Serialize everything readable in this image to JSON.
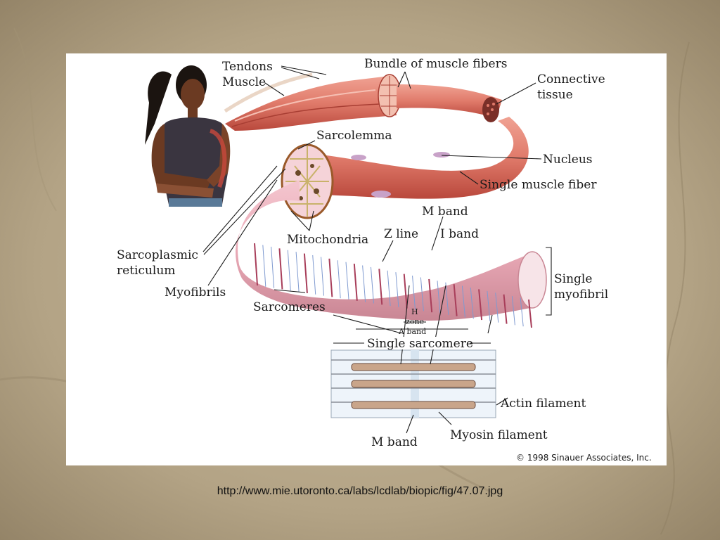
{
  "diagram": {
    "labels": {
      "tendons": "Tendons",
      "muscle": "Muscle",
      "bundle": "Bundle of muscle fibers",
      "connective_1": "Connective",
      "connective_2": "tissue",
      "sarcolemma": "Sarcolemma",
      "nucleus": "Nucleus",
      "single_fiber": "Single muscle fiber",
      "m_band_top": "M band",
      "z_line": "Z line",
      "i_band": "I band",
      "mitochondria": "Mitochondria",
      "sr_1": "Sarcoplasmic",
      "sr_2": "reticulum",
      "myofibrils": "Myofibrils",
      "sarcomeres": "Sarcomeres",
      "single_myofibril_1": "Single",
      "single_myofibril_2": "myofibril",
      "h_zone_1": "H",
      "h_zone_2": "zone",
      "a_band": "A band",
      "single_sarcomere": "Single sarcomere",
      "actin": "Actin filament",
      "myosin": "Myosin filament",
      "m_band_bottom": "M band"
    },
    "copyright": "© 1998 Sinauer Associates, Inc.",
    "colors": {
      "muscle": "#e07a6a",
      "muscle_dark": "#b9483c",
      "myofibril": "#e9a9b6",
      "skin": "#6b3a22",
      "shirt": "#3a3540"
    }
  },
  "source_url": "http://www.mie.utoronto.ca/labs/lcdlab/biopic/fig/47.07.jpg"
}
